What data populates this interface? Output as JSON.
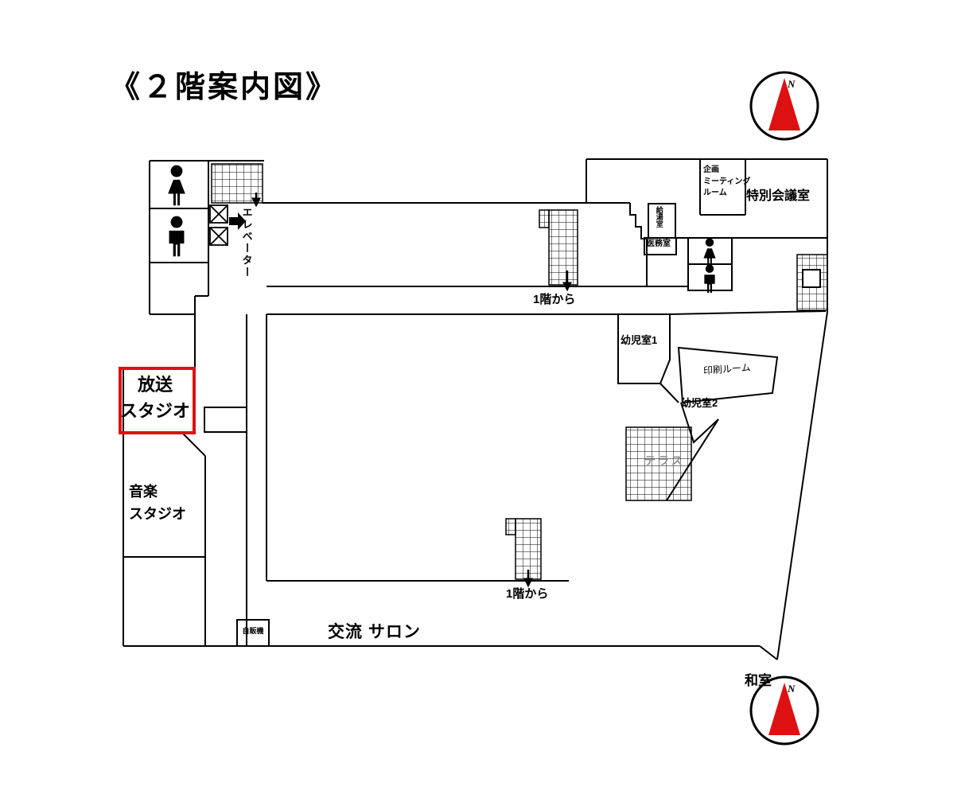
{
  "title": "《２階案内図》",
  "colors": {
    "wall": "#000000",
    "highlight_red": "#dd1111",
    "background": "#ffffff",
    "terrace_text": "#8f8f8f"
  },
  "compass": {
    "north_label": "N"
  },
  "labels": {
    "elevator": "エレベーター",
    "from_first_floor": "1階から",
    "vending_machine": "自販機",
    "salon": "交流 サロン",
    "japanese_room": "和室"
  },
  "rooms": {
    "special_conference": "特別会議室",
    "planning_meeting": "企画\nミーティング\nルーム",
    "kitchenette": "給湯室",
    "medical_office": "医務室",
    "toddler_room_1": "幼児室1",
    "toddler_room_2": "幼児室2",
    "print_room": "印刷ルーム",
    "terrace": "テラス",
    "broadcast_studio": {
      "line1": "放送",
      "line2": "スタジオ"
    },
    "music_studio": {
      "line1": "音楽",
      "line2": "スタジオ"
    }
  },
  "icons": {
    "woman_restroom": "woman-pictogram",
    "man_restroom": "man-pictogram",
    "compass_needle": "red-north-arrow",
    "stairs": "grid-hatch",
    "elevator_shaft": "crossed-box"
  }
}
